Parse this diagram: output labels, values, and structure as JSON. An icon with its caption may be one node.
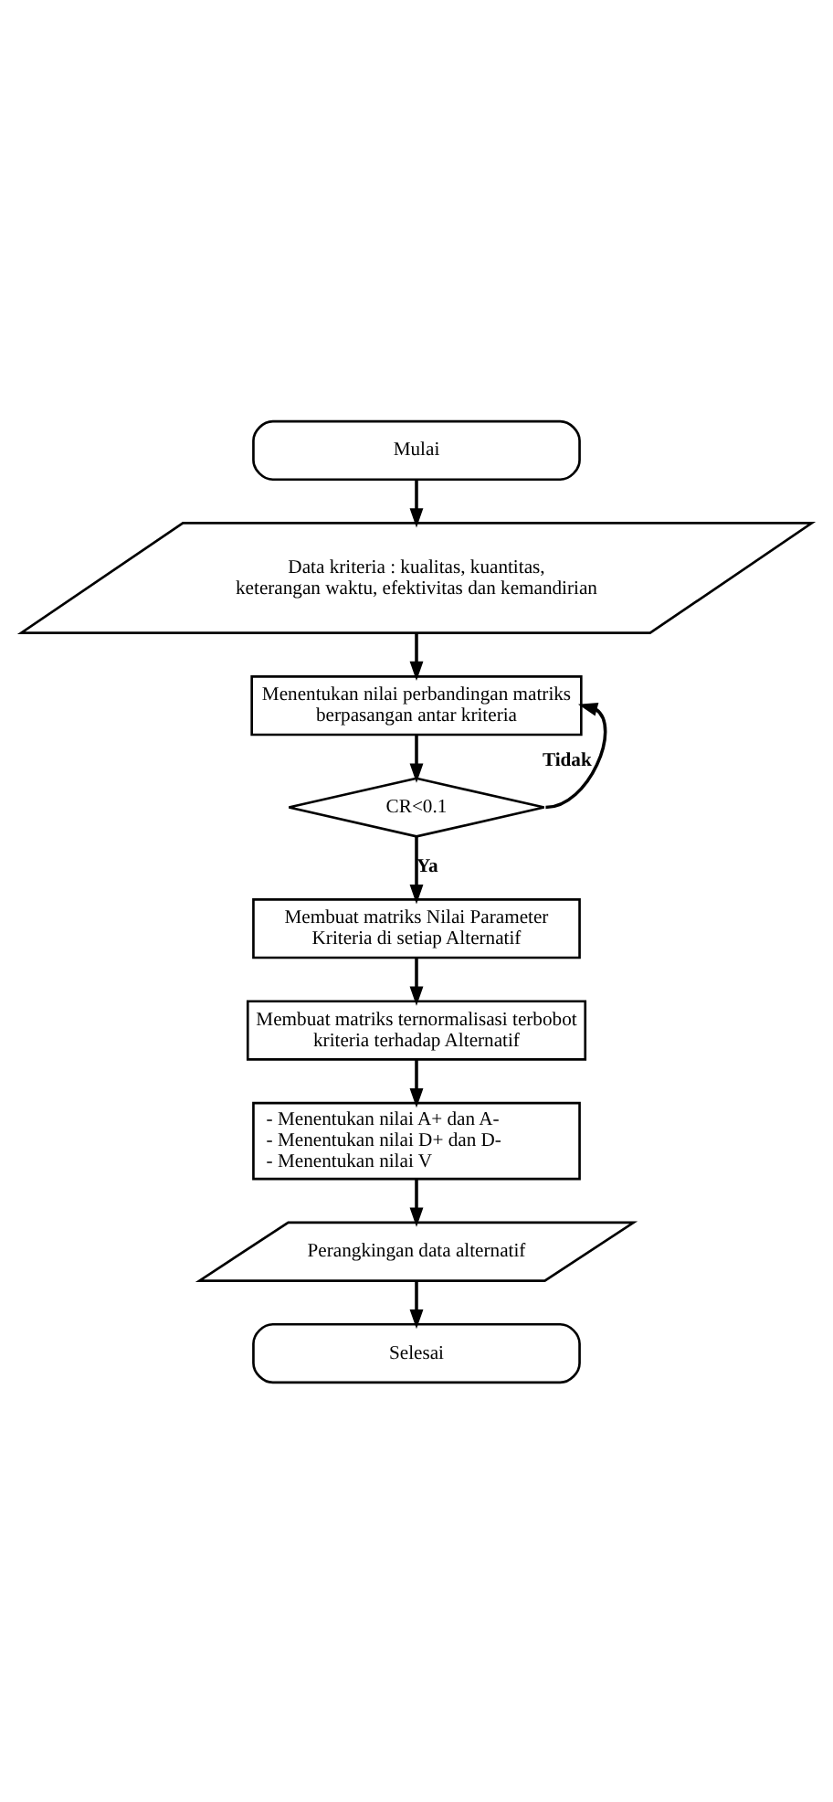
{
  "diagram": {
    "nodes": [
      {
        "text": [
          "Mulai"
        ]
      },
      {
        "text": [
          "Data kriteria : kualitas, kuantitas, keterangan waktu, efektivitas dan kemandirian"
        ]
      },
      {
        "text": [
          "Menentukan nilai perbandingan matriks berpasangan antar kriteria"
        ]
      },
      {
        "text": [
          "CR<0.1"
        ]
      },
      {
        "text": [
          "Membuat matriks Nilai Parameter Kriteria di setiap Alternatif"
        ]
      },
      {
        "text": [
          "Membuat matriks ternormalisasi terbobot kriteria terhadap Alternatif"
        ]
      },
      {
        "text": [
          "- Menentukan nilai A+ dan A-",
          "- Menentukan nilai D+ dan D-",
          "- Menentukan nilai V"
        ]
      },
      {
        "text": [
          "Perangkingan data alternatif"
        ]
      },
      {
        "text": [
          "Selesai"
        ]
      }
    ],
    "edges": [
      {
        "from": 0,
        "to": 1,
        "arrow": "to"
      },
      {
        "from": 1,
        "to": 2,
        "arrow": "to"
      },
      {
        "from": 2,
        "to": 3,
        "arrow": "to"
      },
      {
        "from": 3,
        "to": 4,
        "arrow": "to",
        "label": "Ya"
      },
      {
        "from": 3,
        "to": 2,
        "arrow": "to",
        "label": "Tidak"
      },
      {
        "from": 4,
        "to": 5,
        "arrow": "to"
      },
      {
        "from": 5,
        "to": 6,
        "arrow": "to"
      },
      {
        "from": 6,
        "to": 7,
        "arrow": "to"
      },
      {
        "from": 7,
        "to": 8,
        "arrow": "to"
      }
    ]
  }
}
